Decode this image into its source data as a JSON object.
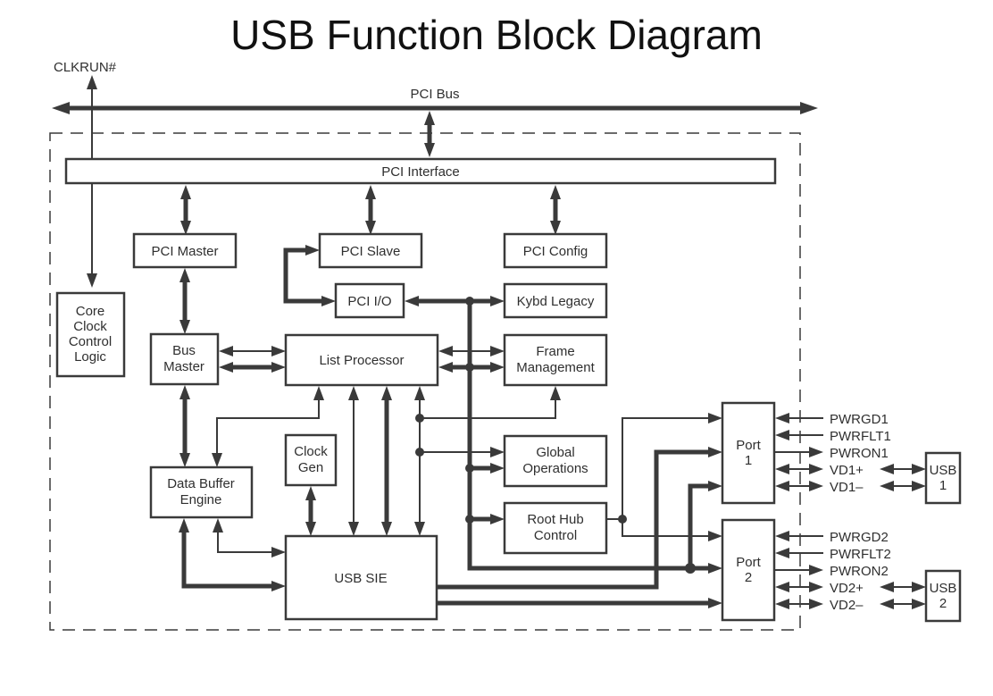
{
  "title": "USB Function Block Diagram",
  "signals": {
    "clkrun": "CLKRUN#",
    "pci_bus": "PCI Bus"
  },
  "blocks": {
    "pci_interface": [
      "PCI Interface"
    ],
    "pci_master": [
      "PCI Master"
    ],
    "pci_slave": [
      "PCI Slave"
    ],
    "pci_config": [
      "PCI Config"
    ],
    "pci_io": [
      "PCI I/O"
    ],
    "kybd_legacy": [
      "Kybd Legacy"
    ],
    "core_clock": [
      "Core",
      "Clock",
      "Control",
      "Logic"
    ],
    "bus_master": [
      "Bus",
      "Master"
    ],
    "list_processor": [
      "List Processor"
    ],
    "frame_management": [
      "Frame",
      "Management"
    ],
    "clock_gen": [
      "Clock",
      "Gen"
    ],
    "data_buffer_engine": [
      "Data Buffer",
      "Engine"
    ],
    "global_operations": [
      "Global",
      "Operations"
    ],
    "root_hub_control": [
      "Root Hub",
      "Control"
    ],
    "usb_sie": [
      "USB SIE"
    ],
    "port1": [
      "Port",
      "1"
    ],
    "port2": [
      "Port",
      "2"
    ],
    "usb1": [
      "USB",
      "1"
    ],
    "usb2": [
      "USB",
      "2"
    ]
  },
  "port1_signals": [
    "PWRGD1",
    "PWRFLT1",
    "PWRON1",
    "VD1+",
    "VD1–"
  ],
  "port2_signals": [
    "PWRGD2",
    "PWRFLT2",
    "PWRON2",
    "VD2+",
    "VD2–"
  ]
}
